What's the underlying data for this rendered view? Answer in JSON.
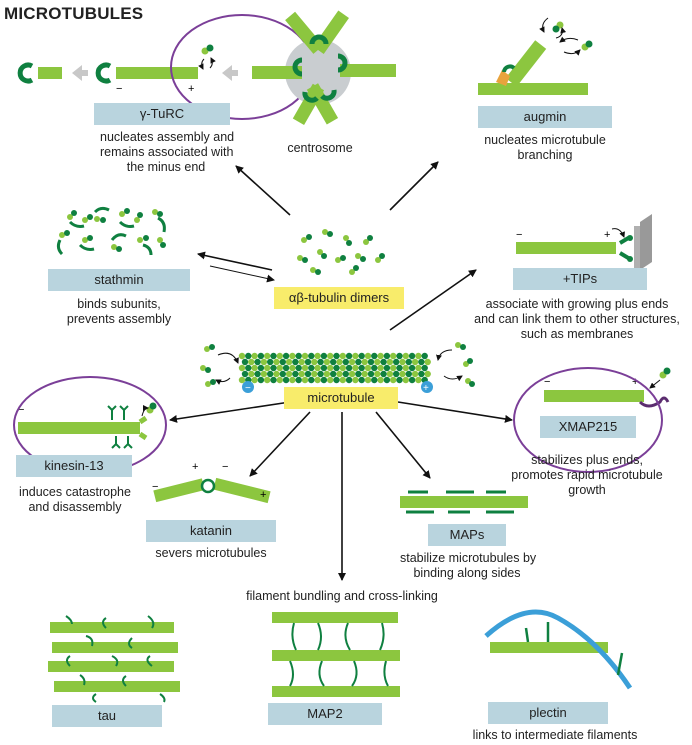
{
  "title": "MICROTUBULES",
  "center": {
    "dimers_label": "αβ-tubulin dimers",
    "microtubule_label": "microtubule"
  },
  "gammaturc": {
    "label": "γ-TuRC",
    "desc": [
      "nucleates assembly and",
      "remains associated with",
      "the minus end"
    ]
  },
  "centrosome": {
    "label": "centrosome"
  },
  "augmin": {
    "label": "augmin",
    "desc": [
      "nucleates microtubule",
      "branching"
    ]
  },
  "stathmin": {
    "label": "stathmin",
    "desc": [
      "binds subunits,",
      "prevents assembly"
    ]
  },
  "tips": {
    "label": "+TIPs",
    "desc": [
      "associate with growing plus ends",
      "and can link them to other structures,",
      "such as membranes"
    ]
  },
  "kinesin13": {
    "label": "kinesin-13",
    "desc": [
      "induces catastrophe",
      "and disassembly"
    ]
  },
  "xmap215": {
    "label": "XMAP215",
    "desc": [
      "stabilizes plus ends,",
      "promotes rapid microtubule",
      "growth"
    ]
  },
  "katanin": {
    "label": "katanin",
    "desc": [
      "severs microtubules"
    ]
  },
  "maps": {
    "label": "MAPs",
    "desc": [
      "stabilize microtubules by",
      "binding along sides"
    ]
  },
  "bundling": {
    "heading": "filament bundling and cross-linking"
  },
  "tau": {
    "label": "tau"
  },
  "map2": {
    "label": "MAP2"
  },
  "plectin": {
    "label": "plectin",
    "desc": [
      "links to intermediate filaments"
    ]
  },
  "end_marks": {
    "minus": "−",
    "plus": "+"
  },
  "colors": {
    "microtubule": "#8cc63f",
    "dark_green": "#0f8040",
    "label_bg": "#b9d4de",
    "highlight_bg": "#f8ec6b",
    "circle": "#7b3f98",
    "centrosome": "#c9cdd0",
    "membrane": "#999999",
    "intermediate_filament": "#3b9fd8",
    "augmin": "#e8a33d",
    "arrow": "#111111"
  }
}
